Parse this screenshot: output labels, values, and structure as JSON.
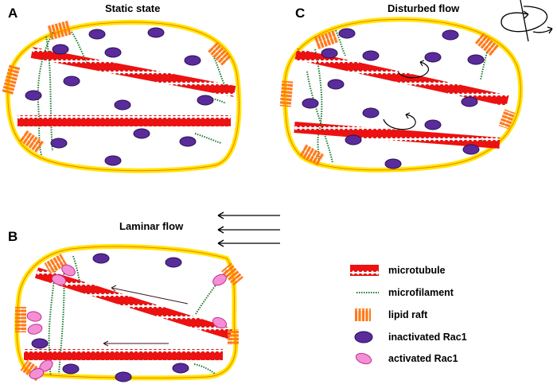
{
  "panels": {
    "a": {
      "letter": "A",
      "title": "Static state"
    },
    "b": {
      "letter": "B",
      "title": "Laminar flow"
    },
    "c": {
      "letter": "C",
      "title": "Disturbed flow"
    }
  },
  "legend": {
    "microtubule": "microtubule",
    "microfilament": "microfilament",
    "lipid_raft": "lipid raft",
    "inactivated_rac1": "inactivated Rac1",
    "activated_rac1": "activated Rac1"
  },
  "colors": {
    "membrane_fill": "#FFE600",
    "membrane_edge": "#F57C00",
    "microtubule": "#EE1111",
    "microfilament": "#1B7A2E",
    "lipid_raft": "#FF7A1A",
    "inactive_rac1": "#5A2B9A",
    "inactive_rac1_edge": "#2A0F55",
    "active_rac1": "#F48FD6",
    "active_rac1_edge": "#C0308F"
  }
}
